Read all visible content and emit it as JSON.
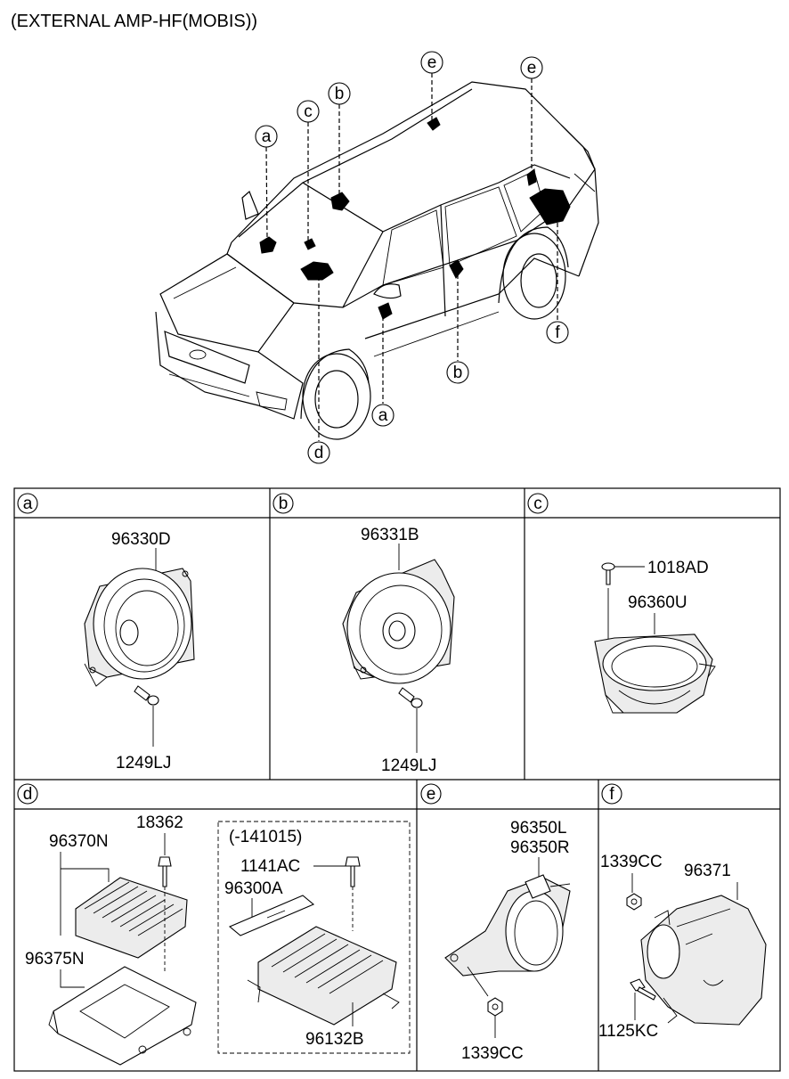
{
  "title": "(EXTERNAL AMP-HF(MOBIS))",
  "overview": {
    "callouts": [
      "a",
      "a",
      "b",
      "b",
      "c",
      "d",
      "e",
      "e",
      "f"
    ]
  },
  "sections": {
    "a": {
      "letter": "a",
      "parts": [
        "96330D",
        "1249LJ"
      ]
    },
    "b": {
      "letter": "b",
      "parts": [
        "96331B",
        "1249LJ"
      ]
    },
    "c": {
      "letter": "c",
      "parts": [
        "1018AD",
        "96360U"
      ]
    },
    "d": {
      "letter": "d",
      "parts": [
        "18362",
        "96370N",
        "96375N"
      ],
      "variant": {
        "label": "(-141015)",
        "parts": [
          "1141AC",
          "96300A",
          "96132B"
        ]
      }
    },
    "e": {
      "letter": "e",
      "parts": [
        "96350L",
        "96350R",
        "1339CC"
      ]
    },
    "f": {
      "letter": "f",
      "parts": [
        "1339CC",
        "96371",
        "1125KC"
      ]
    }
  }
}
